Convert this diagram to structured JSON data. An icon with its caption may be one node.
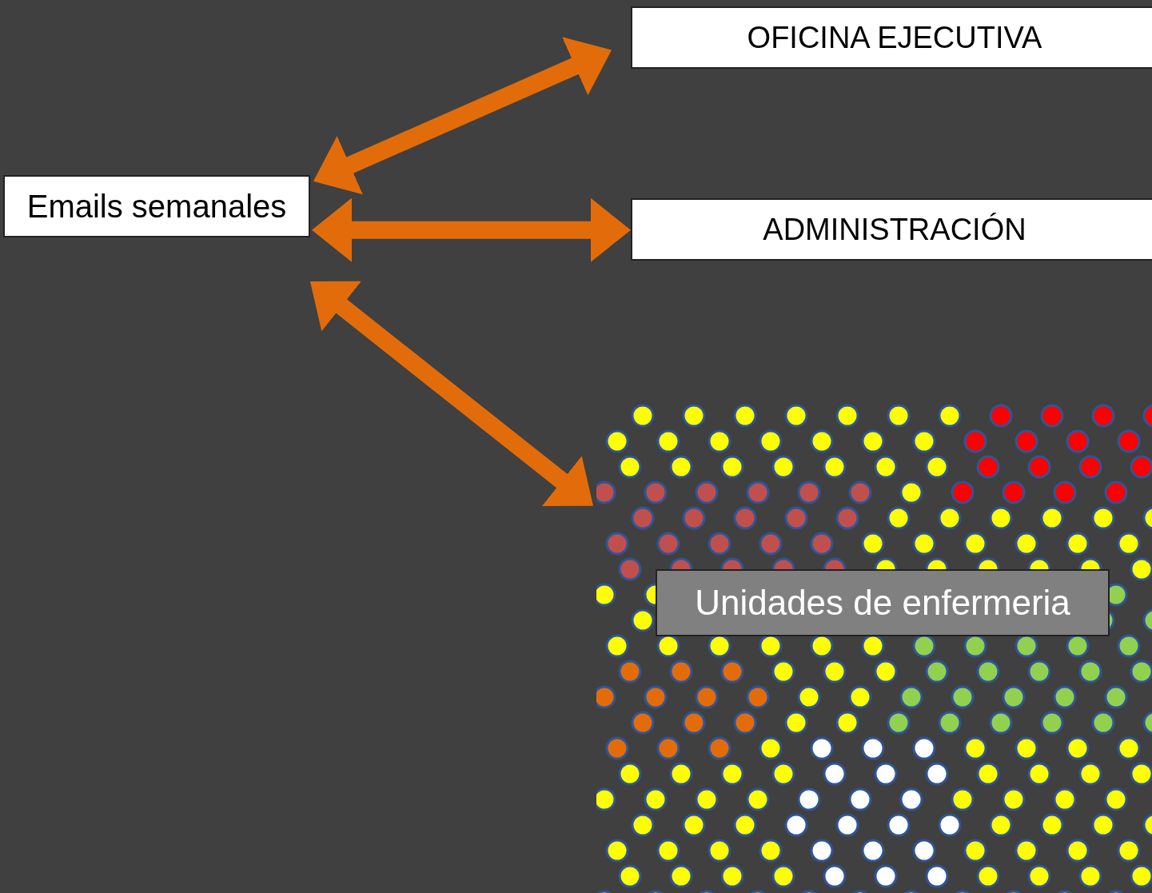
{
  "diagram": {
    "nodes": [
      {
        "text": [
          "Emails semanales"
        ]
      },
      {
        "text": [
          "OFICINA EJECUTIVA"
        ]
      },
      {
        "text": [
          "ADMINISTRACIÓN"
        ]
      },
      {
        "text": [],
        "shape": "picture"
      },
      {
        "text": [
          "Unidades de enfermeria"
        ],
        "in": 3
      }
    ],
    "edges": [
      {
        "from": 0,
        "to": 1,
        "arrow": "both"
      },
      {
        "from": 0,
        "to": 2,
        "arrow": "both"
      },
      {
        "from": 0,
        "to": 3,
        "arrow": "both"
      }
    ]
  }
}
